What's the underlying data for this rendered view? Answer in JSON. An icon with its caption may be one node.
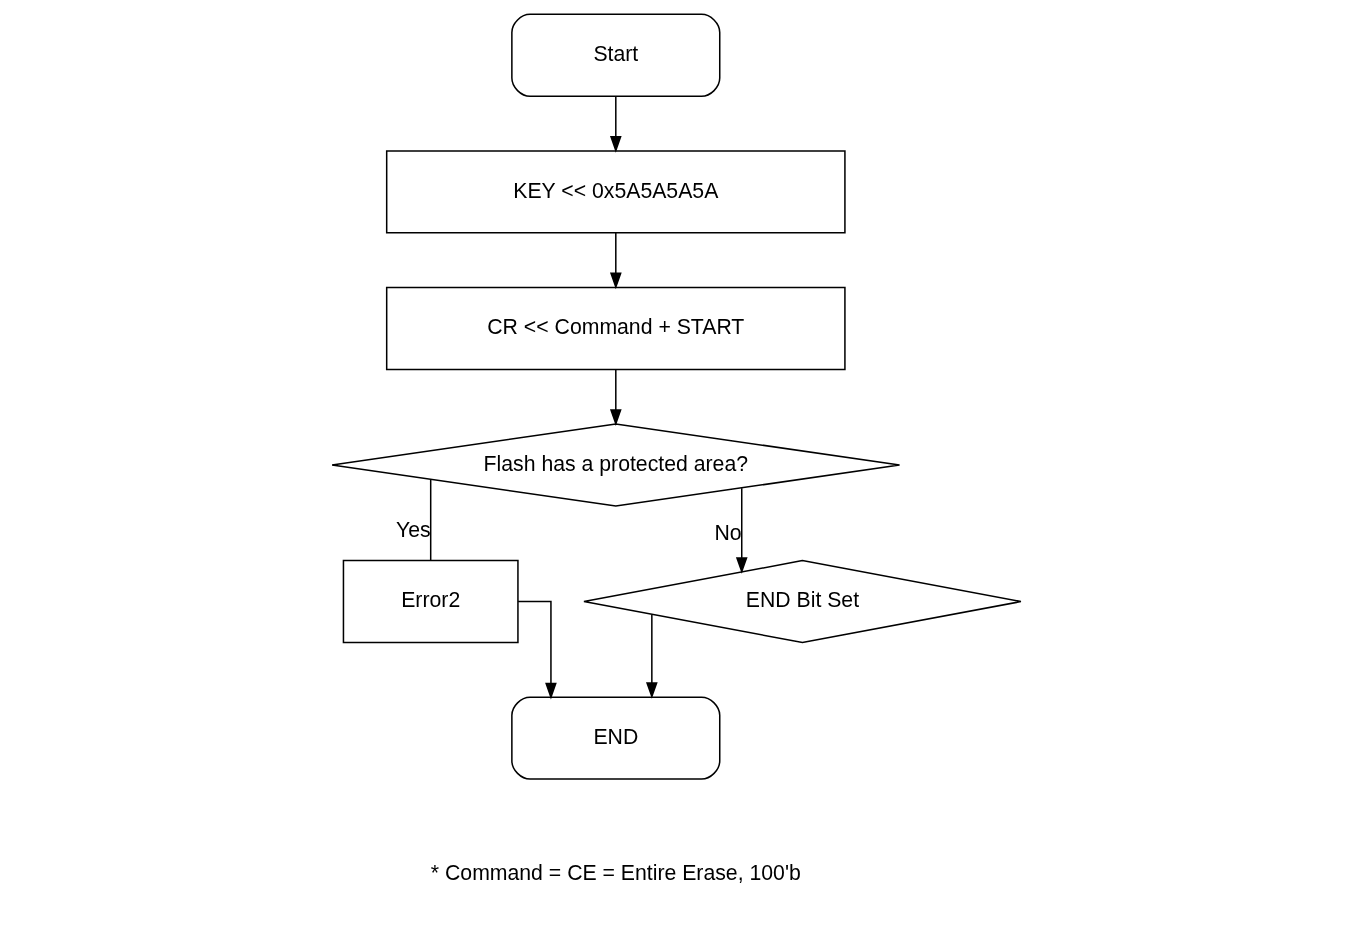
{
  "diagram": {
    "nodes": [
      {
        "text": [
          "Start"
        ]
      },
      {
        "text": [
          "KEY << 0x5A5A5A5A"
        ]
      },
      {
        "text": [
          "CR << Command + START"
        ]
      },
      {
        "text": [
          "Flash has a protected area?"
        ]
      },
      {
        "text": [
          "Error2"
        ]
      },
      {
        "text": [
          "END Bit Set"
        ]
      },
      {
        "text": [
          "END"
        ]
      }
    ],
    "edges": [
      {
        "from": 0,
        "to": 1,
        "arrow": "to"
      },
      {
        "from": 1,
        "to": 2,
        "arrow": "to"
      },
      {
        "from": 2,
        "to": 3,
        "arrow": "to"
      },
      {
        "from": 3,
        "to": 4,
        "arrow": "none",
        "label": "Yes"
      },
      {
        "from": 3,
        "to": 5,
        "arrow": "to",
        "label": "No"
      },
      {
        "from": 4,
        "to": 6,
        "arrow": "to"
      },
      {
        "from": 5,
        "to": 6,
        "arrow": "to"
      }
    ],
    "labels": [
      "* Command = CE = Entire Erase, 100'b"
    ]
  }
}
